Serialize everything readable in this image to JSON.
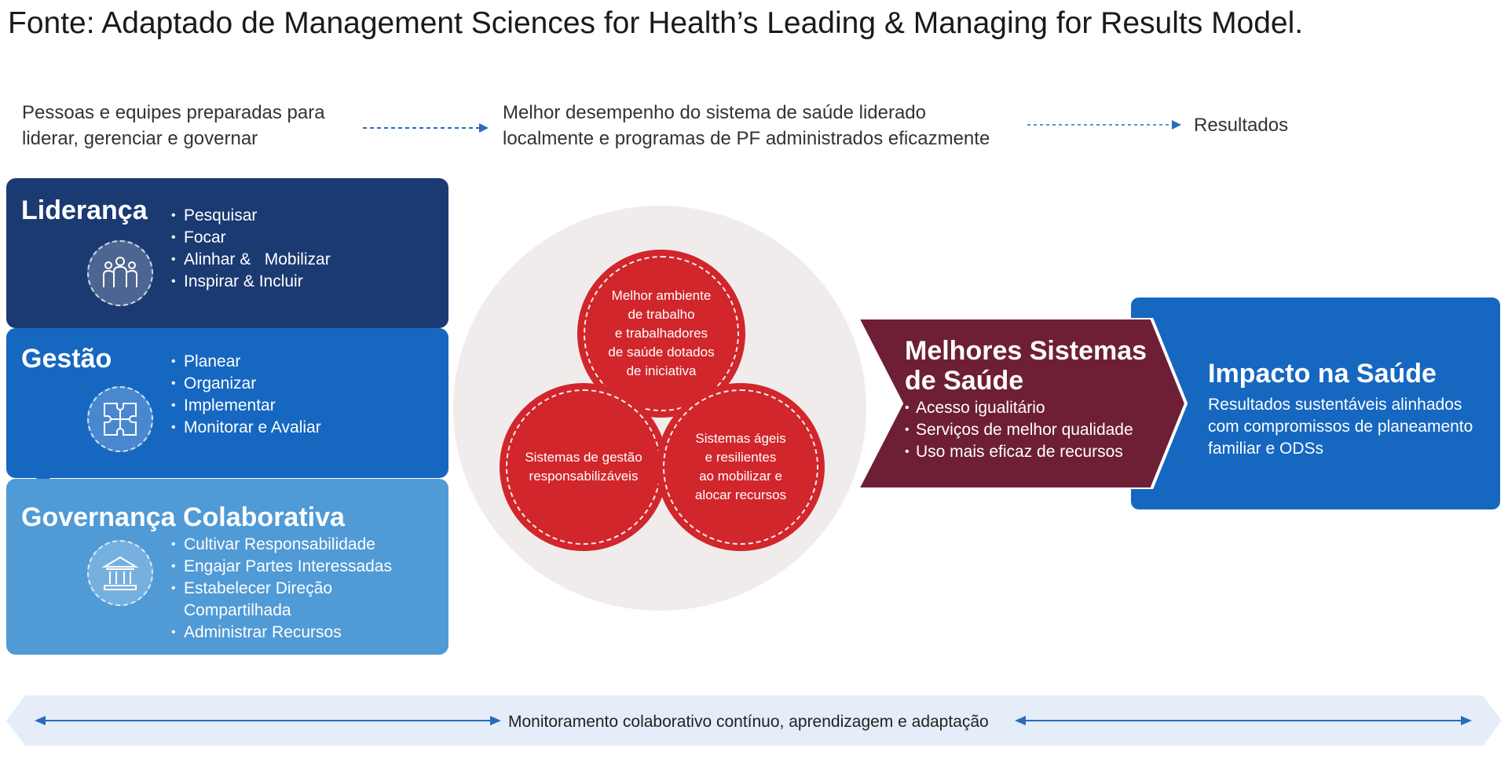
{
  "title": "Fonte: Adaptado de Management Sciences for Health’s Leading & Managing for Results Model.",
  "flow": {
    "step1": "Pessoas e equipes preparadas para\nliderar, gerenciar e governar",
    "step2": "Melhor desempenho do sistema de saúde liderado\nlocalmente e programas de PF administrados eficazmente",
    "step3": "Resultados"
  },
  "panels": [
    {
      "title": "Liderança",
      "icon": "people-icon",
      "color": "#1b3a72",
      "items": [
        "Pesquisar",
        "Focar",
        "Alinhar &   Mobilizar",
        "Inspirar & Incluir"
      ]
    },
    {
      "title": "Gestão",
      "icon": "puzzle-icon",
      "color": "#1667c0",
      "items": [
        "Planear",
        "Organizar",
        "Implementar",
        "Monitorar e Avaliar"
      ]
    },
    {
      "title": "Governança Colaborativa",
      "icon": "institution-icon",
      "color": "#509ad6",
      "items": [
        "Cultivar Responsabilidade",
        "Engajar Partes Interessadas",
        "Estabelecer Direção\nCompartilhada",
        "Administrar Recursos"
      ]
    }
  ],
  "circles": {
    "top": "Melhor ambiente\nde trabalho\ne trabalhadores\nde saúde dotados\nde iniciativa",
    "left": "Sistemas de gestão\nresponsabilizáveis",
    "right": "Sistemas ágeis\ne resilientes\nao mobilizar e\nalocar recursos"
  },
  "outcome": {
    "title": "Melhores Sistemas\nde Saúde",
    "items": [
      "Acesso igualitário",
      "Serviços de melhor qualidade",
      "Uso mais eficaz de recursos"
    ],
    "color": "#6e1f35"
  },
  "impact": {
    "title": "Impacto na Saúde",
    "text": "Resultados sustentáveis alinhados\ncom compromissos de planeamento\nfamiliar e ODSs",
    "color": "#1667c0"
  },
  "footer": "Monitoramento colaborativo contínuo, aprendizagem e adaptação",
  "colors": {
    "red": "#d1262b",
    "arrow": "#2a6bbf",
    "banner": "#e4edf8"
  }
}
